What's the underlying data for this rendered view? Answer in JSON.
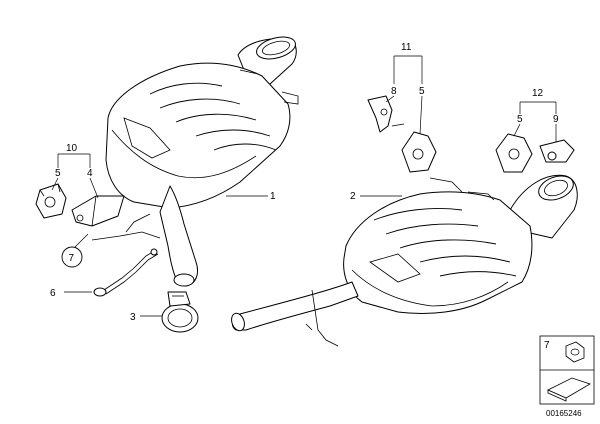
{
  "callouts": {
    "c1": "1",
    "c2": "2",
    "c3": "3",
    "c4": "4",
    "c5a": "5",
    "c5b": "5",
    "c5c": "5",
    "c6": "6",
    "c7": "7",
    "c8": "8",
    "c9": "9",
    "c10": "10",
    "c11": "11",
    "c12": "12"
  },
  "legend": {
    "item_number": "7"
  },
  "diagram_id": "00165246"
}
